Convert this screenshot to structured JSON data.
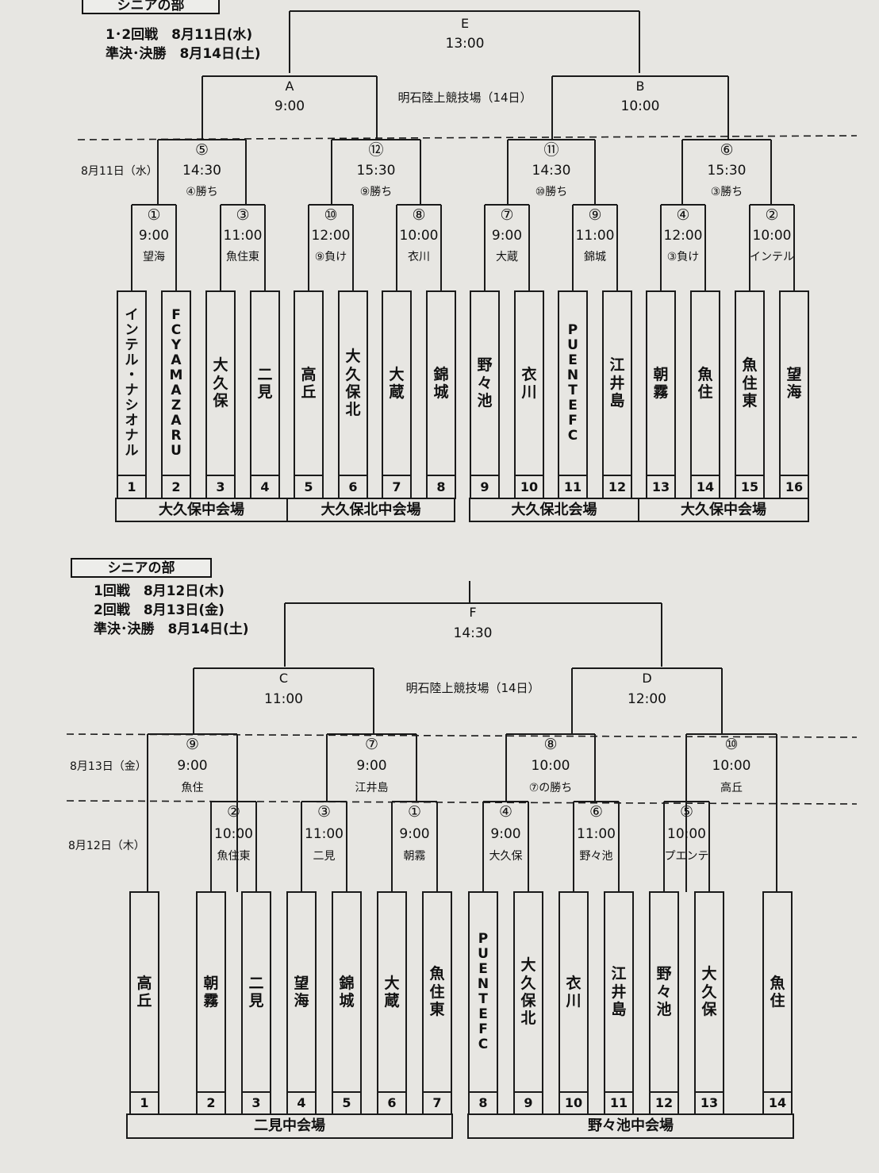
{
  "section1": {
    "title": "シニアの部",
    "dates": [
      "1･2回戦　8月11日(水)",
      "準決･決勝　8月14日(土)"
    ],
    "venue_final": "明石陸上競技場（14日）",
    "round_date": "8月11日（水）",
    "final": {
      "code": "E",
      "time": "13:00"
    },
    "semis": [
      {
        "code": "A",
        "time": "9:00"
      },
      {
        "code": "B",
        "time": "10:00"
      }
    ],
    "round2": [
      {
        "no": "⑤",
        "time": "14:30",
        "note": "④勝ち"
      },
      {
        "no": "⑫",
        "time": "15:30",
        "note": "⑨勝ち"
      },
      {
        "no": "⑪",
        "time": "14:30",
        "note": "⑩勝ち"
      },
      {
        "no": "⑥",
        "time": "15:30",
        "note": "③勝ち"
      }
    ],
    "round1": [
      {
        "no": "①",
        "time": "9:00",
        "note": "望海"
      },
      {
        "no": "③",
        "time": "11:00",
        "note": "魚住東"
      },
      {
        "no": "⑩",
        "time": "12:00",
        "note": "⑨負け"
      },
      {
        "no": "⑧",
        "time": "10:00",
        "note": "衣川"
      },
      {
        "no": "⑦",
        "time": "9:00",
        "note": "大蔵"
      },
      {
        "no": "⑨",
        "time": "11:00",
        "note": "錦城"
      },
      {
        "no": "④",
        "time": "12:00",
        "note": "③負け"
      },
      {
        "no": "②",
        "time": "10:00",
        "note": "インテル"
      }
    ],
    "teams": [
      {
        "n": "1",
        "name": "インテル・ナシオナル"
      },
      {
        "n": "2",
        "name": "FC YAMAZARU"
      },
      {
        "n": "3",
        "name": "大久保"
      },
      {
        "n": "4",
        "name": "二見"
      },
      {
        "n": "5",
        "name": "高丘"
      },
      {
        "n": "6",
        "name": "大久保北"
      },
      {
        "n": "7",
        "name": "大蔵"
      },
      {
        "n": "8",
        "name": "錦城"
      },
      {
        "n": "9",
        "name": "野々池"
      },
      {
        "n": "10",
        "name": "衣川"
      },
      {
        "n": "11",
        "name": "PUENTE FC"
      },
      {
        "n": "12",
        "name": "江井島"
      },
      {
        "n": "13",
        "name": "朝霧"
      },
      {
        "n": "14",
        "name": "魚住"
      },
      {
        "n": "15",
        "name": "魚住東"
      },
      {
        "n": "16",
        "name": "望海"
      }
    ],
    "venues": [
      "大久保中会場",
      "大久保北中会場",
      "大久保北会場",
      "大久保中会場"
    ]
  },
  "section2": {
    "title": "シニアの部",
    "dates": [
      "1回戦　8月12日(木)",
      "2回戦　8月13日(金)",
      "準決･決勝　8月14日(土)"
    ],
    "venue_final": "明石陸上競技場（14日）",
    "round2_date": "8月13日（金）",
    "round1_date": "8月12日（木）",
    "final": {
      "code": "F",
      "time": "14:30"
    },
    "semis": [
      {
        "code": "C",
        "time": "11:00"
      },
      {
        "code": "D",
        "time": "12:00"
      }
    ],
    "round2": [
      {
        "no": "⑨",
        "time": "9:00",
        "note": "魚住"
      },
      {
        "no": "⑦",
        "time": "9:00",
        "note": "江井島"
      },
      {
        "no": "⑧",
        "time": "10:00",
        "note": "⑦の勝ち"
      },
      {
        "no": "⑩",
        "time": "10:00",
        "note": "高丘"
      }
    ],
    "round1": [
      {
        "no": "②",
        "time": "10:00",
        "note": "魚住東"
      },
      {
        "no": "③",
        "time": "11:00",
        "note": "二見"
      },
      {
        "no": "①",
        "time": "9:00",
        "note": "朝霧"
      },
      {
        "no": "④",
        "time": "9:00",
        "note": "大久保"
      },
      {
        "no": "⑥",
        "time": "11:00",
        "note": "野々池"
      },
      {
        "no": "⑤",
        "time": "10:00",
        "note": "プエンテ"
      }
    ],
    "teams": [
      {
        "n": "1",
        "name": "高丘"
      },
      {
        "n": "2",
        "name": "朝霧"
      },
      {
        "n": "3",
        "name": "二見"
      },
      {
        "n": "4",
        "name": "望海"
      },
      {
        "n": "5",
        "name": "錦城"
      },
      {
        "n": "6",
        "name": "大蔵"
      },
      {
        "n": "7",
        "name": "魚住東"
      },
      {
        "n": "8",
        "name": "PUENTE FC"
      },
      {
        "n": "9",
        "name": "大久保北"
      },
      {
        "n": "10",
        "name": "衣川"
      },
      {
        "n": "11",
        "name": "江井島"
      },
      {
        "n": "12",
        "name": "野々池"
      },
      {
        "n": "13",
        "name": "大久保"
      },
      {
        "n": "14",
        "name": "魚住"
      }
    ],
    "venues": [
      "二見中会場",
      "野々池中会場"
    ]
  }
}
